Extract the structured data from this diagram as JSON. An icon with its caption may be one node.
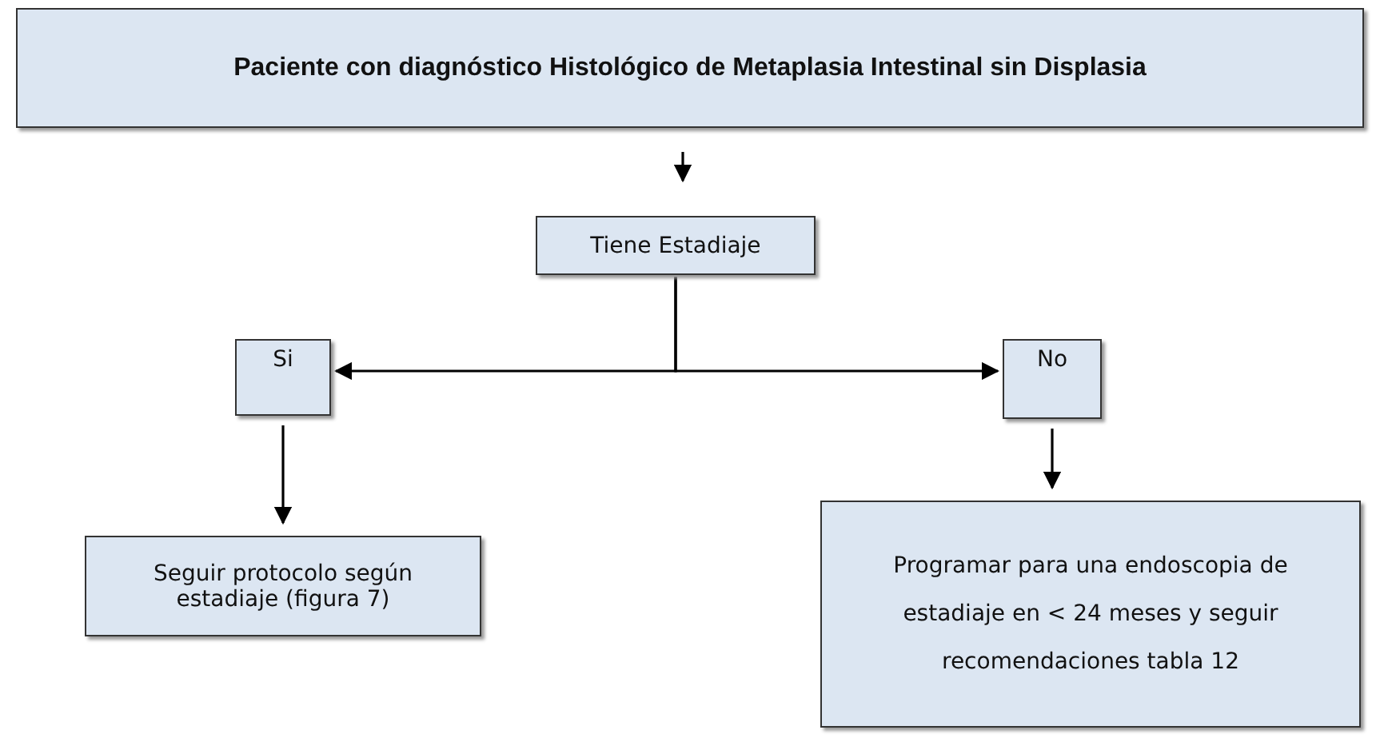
{
  "diagram": {
    "nodes": [
      {
        "text": [
          "Paciente con diagnóstico Histológico de Metaplasia Intestinal sin Displasia"
        ]
      },
      {
        "text": [
          "Tiene Estadiaje"
        ]
      },
      {
        "text": [
          "Si"
        ]
      },
      {
        "text": [
          "No"
        ]
      },
      {
        "text": [
          "Seguir protocolo según estadiaje (figura 7)"
        ]
      },
      {
        "text": [
          "Programar para una endoscopia de estadiaje en < 24 meses y seguir recomendaciones tabla 12"
        ]
      }
    ],
    "edges": [
      {
        "from": 0,
        "to": 1,
        "arrow": "to"
      },
      {
        "from": 1,
        "to": 2,
        "arrow": "to"
      },
      {
        "from": 1,
        "to": 3,
        "arrow": "to"
      },
      {
        "from": 2,
        "to": 4,
        "arrow": "to"
      },
      {
        "from": 3,
        "to": 5,
        "arrow": "to"
      }
    ]
  }
}
